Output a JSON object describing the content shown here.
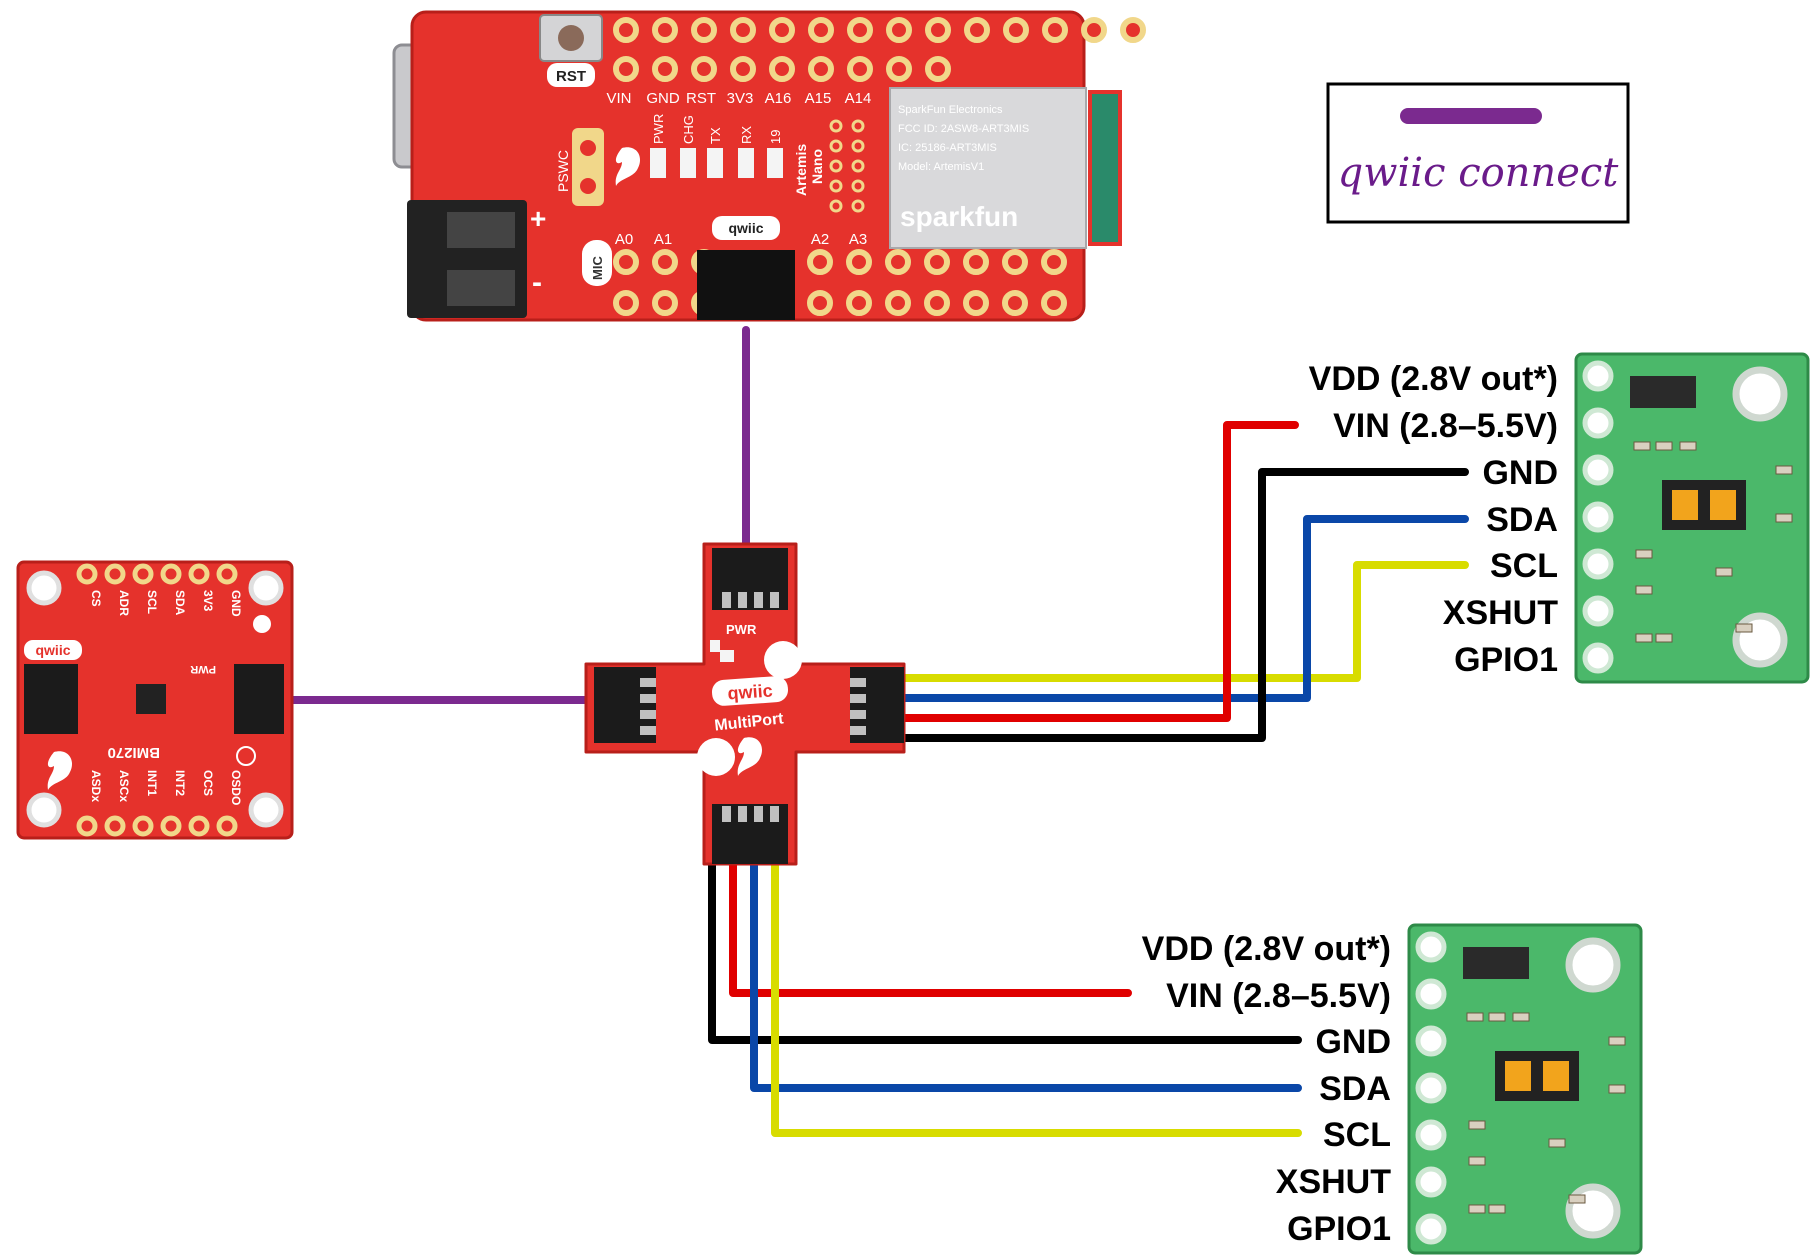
{
  "legend": {
    "text": "qwiic connect",
    "color": "#7b2a8f"
  },
  "wire_colors": {
    "qwiic": "#7b2a8f",
    "vin": "#e00000",
    "gnd": "#000000",
    "sda": "#0a47a8",
    "scl": "#d8dc00"
  },
  "artemis": {
    "rst": "RST",
    "top_pins": [
      "VIN",
      "GND",
      "RST",
      "3V3",
      "A16",
      "A15",
      "A14"
    ],
    "leds": [
      "PWR",
      "CHG",
      "TX",
      "RX",
      "19"
    ],
    "pswc": "PSWC",
    "mic": "MIC",
    "bottom_pins": [
      "A0",
      "A1",
      "A2",
      "A3"
    ],
    "qwiic": "qwiic",
    "side_text": [
      "Artemis",
      "Nano"
    ],
    "module_lines": [
      "SparkFun Electronics",
      "FCC ID: 2ASW8-ART3MIS",
      "IC: 25186-ART3MIS",
      "Model: ArtemisV1"
    ],
    "module_brand": "sparkfun",
    "plus": "+",
    "minus": "-"
  },
  "multiport": {
    "name": "MultiPort",
    "logo": "qwiic",
    "pwr": "PWR"
  },
  "bmi270": {
    "name": "BMI270",
    "top_pins": [
      "CS",
      "ADR",
      "SCL",
      "SDA",
      "3V3",
      "GND"
    ],
    "bottom_pins": [
      "ASDx",
      "ASCx",
      "INT1",
      "INT2",
      "OCS",
      "OSDO"
    ],
    "logo": "qwiic",
    "pwr": "PWR"
  },
  "tof_top": {
    "pins": [
      "VDD (2.8V out*)",
      "VIN (2.8–5.5V)",
      "GND",
      "SDA",
      "SCL",
      "XSHUT",
      "GPIO1"
    ]
  },
  "tof_bottom": {
    "pins": [
      "VDD (2.8V out*)",
      "VIN (2.8–5.5V)",
      "GND",
      "SDA",
      "SCL",
      "XSHUT",
      "GPIO1"
    ]
  }
}
